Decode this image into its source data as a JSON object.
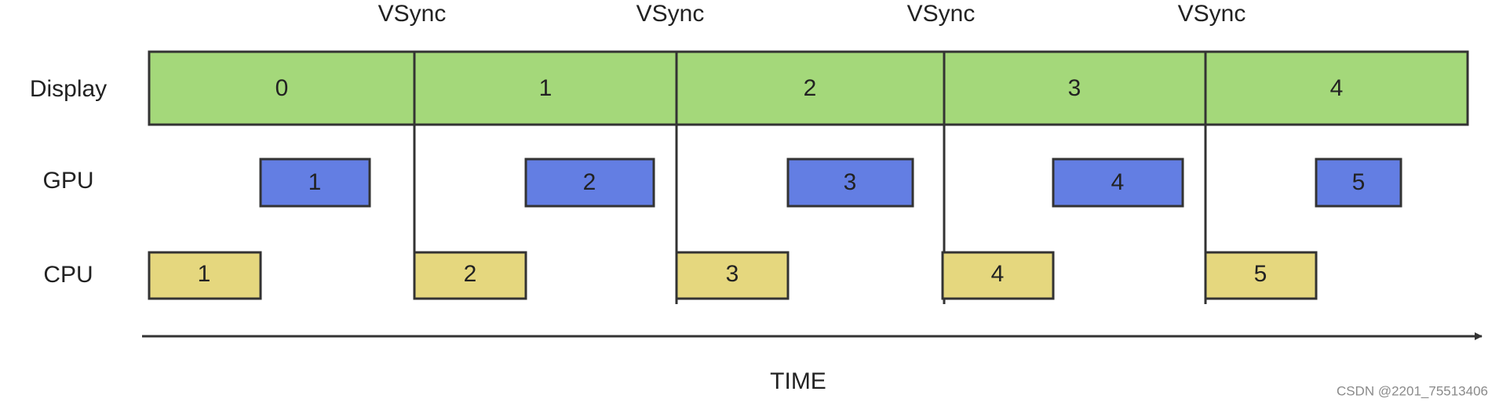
{
  "diagram": {
    "vsync_label": "VSync",
    "row_labels": {
      "display": "Display",
      "gpu": "GPU",
      "cpu": "CPU"
    },
    "display_frames": [
      "0",
      "1",
      "2",
      "3",
      "4"
    ],
    "gpu_frames": [
      "1",
      "2",
      "3",
      "4",
      "5"
    ],
    "cpu_frames": [
      "1",
      "2",
      "3",
      "4",
      "5"
    ],
    "axis_label": "TIME",
    "colors": {
      "display": "#a4d87a",
      "gpu": "#637ee3",
      "cpu": "#e5d77e",
      "line": "#333333",
      "text": "#222222",
      "watermark": "#8a8a8a"
    }
  },
  "watermark": "CSDN @2201_75513406"
}
